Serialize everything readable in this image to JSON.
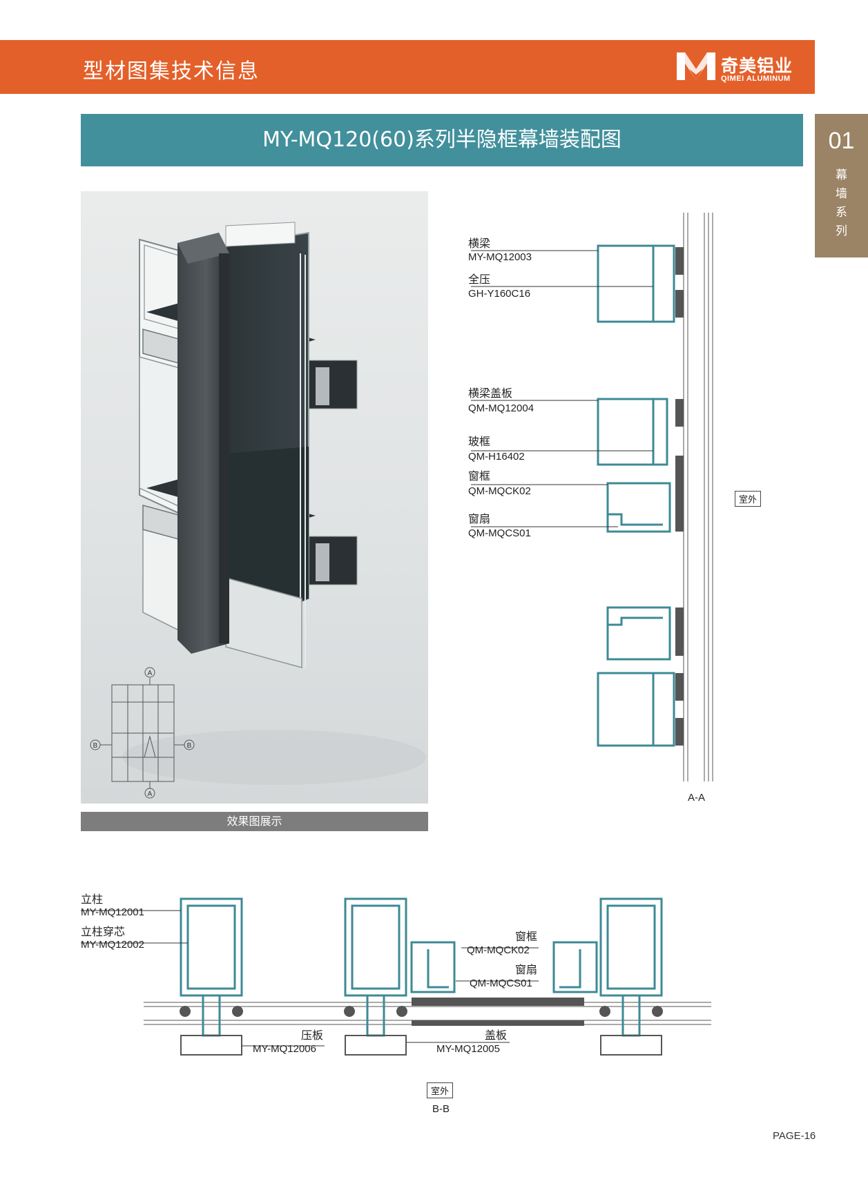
{
  "header": {
    "title": "型材图集技术信息",
    "brand_cn": "奇美铝业",
    "brand_en": "QIMEI ALUMINUM"
  },
  "side_tab": {
    "number": "01",
    "lines": [
      "幕",
      "墙",
      "系",
      "列"
    ]
  },
  "section_title": "MY-MQ120(60)系列半隐框幕墙装配图",
  "render": {
    "caption": "效果图展示",
    "key_labels": {
      "a_top": "A",
      "a_bottom": "A",
      "b_left": "B",
      "b_right": "B"
    }
  },
  "section_aa": {
    "labels": [
      {
        "cn": "横梁",
        "code": "MY-MQ12003"
      },
      {
        "cn": "全压",
        "code": "GH-Y160C16"
      },
      {
        "cn": "横梁盖板",
        "code": "QM-MQ12004"
      },
      {
        "cn": "玻框",
        "code": "QM-H16402"
      },
      {
        "cn": "窗框",
        "code": "QM-MQCK02"
      },
      {
        "cn": "窗扇",
        "code": "QM-MQCS01"
      }
    ],
    "outdoor": "室外",
    "name": "A-A"
  },
  "section_bb": {
    "labels": [
      {
        "cn": "立柱",
        "code": "MY-MQ12001"
      },
      {
        "cn": "立柱穿芯",
        "code": "MY-MQ12002"
      },
      {
        "cn": "窗框",
        "code": "QM-MQCK02"
      },
      {
        "cn": "窗扇",
        "code": "QM-MQCS01"
      },
      {
        "cn": "压板",
        "code": "MY-MQ12006"
      },
      {
        "cn": "盖板",
        "code": "MY-MQ12005"
      }
    ],
    "outdoor": "室外",
    "name": "B-B"
  },
  "colors": {
    "header": "#e4602a",
    "section": "#42909c",
    "side_tab": "#9b8366",
    "profile": "#3d8a95"
  },
  "page": "PAGE-16"
}
